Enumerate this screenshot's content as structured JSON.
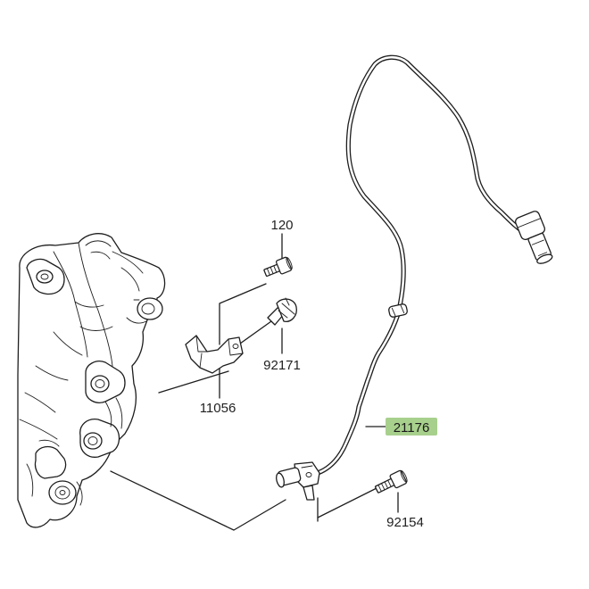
{
  "diagram": {
    "highlight_color": "#a8d08d",
    "parts": [
      {
        "id": "p120",
        "number": "120",
        "icon": "bolt-icon"
      },
      {
        "id": "p92171",
        "number": "92171",
        "icon": "clip-icon"
      },
      {
        "id": "p11056",
        "number": "11056",
        "icon": "bracket-icon"
      },
      {
        "id": "p21176",
        "number": "21176",
        "icon": "abs-sensor-cable-icon",
        "highlighted": true
      },
      {
        "id": "p92154",
        "number": "92154",
        "icon": "bolt-icon"
      }
    ]
  }
}
